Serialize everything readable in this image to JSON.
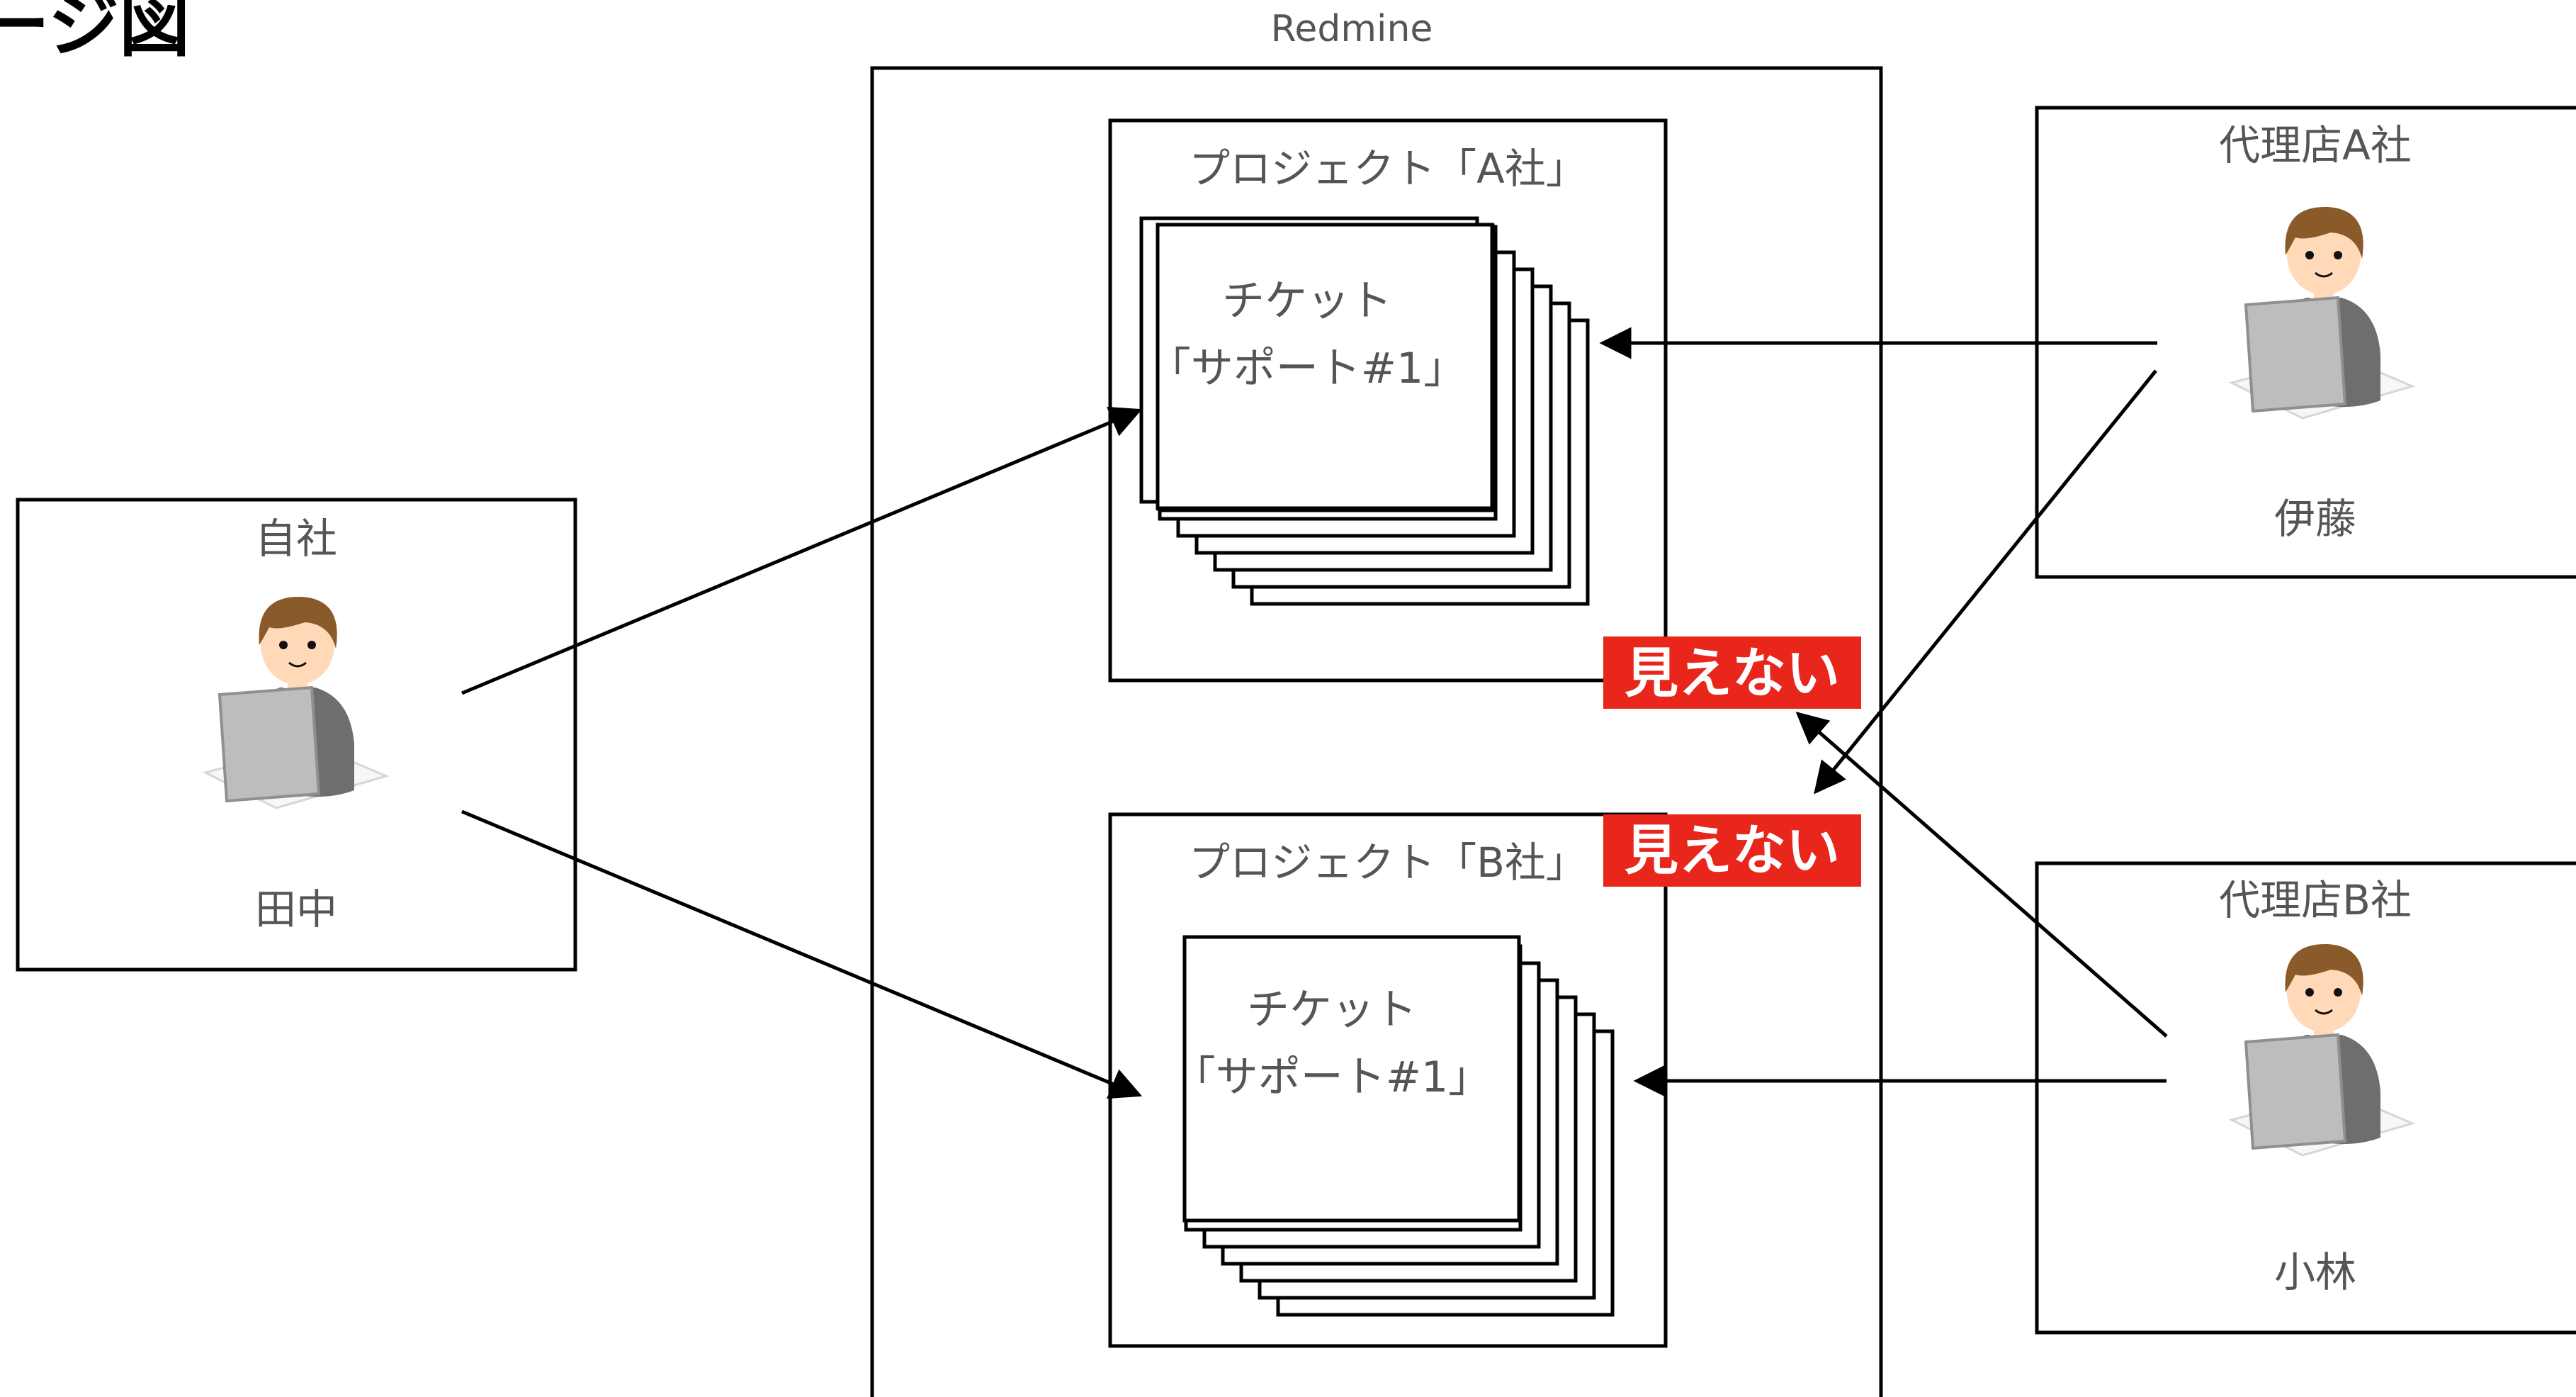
{
  "page_title": "ージ図",
  "redmine": {
    "label": "Redmine"
  },
  "projects": [
    {
      "label": "プロジェクト「A社」",
      "ticket_line1": "チケット",
      "ticket_line2": "「サポート#1」"
    },
    {
      "label": "プロジェクト「B社」",
      "ticket_line1": "チケット",
      "ticket_line2": "「サポート#1」"
    }
  ],
  "organizations": [
    {
      "name": "自社",
      "user": "田中"
    },
    {
      "name": "代理店A社",
      "user": "伊藤"
    },
    {
      "name": "代理店B社",
      "user": "小林"
    }
  ],
  "badges": [
    {
      "text": "見えない"
    },
    {
      "text": "見えない"
    }
  ],
  "colors": {
    "badge_background": "#e8261b",
    "line": "#000000",
    "label_text": "#555555",
    "suit": "#6e6e6e",
    "hair": "#8a5a2b",
    "skin": "#ffd9b8",
    "laptop": "#bdbdbd"
  },
  "icons": {
    "person": "person-at-laptop-icon"
  }
}
